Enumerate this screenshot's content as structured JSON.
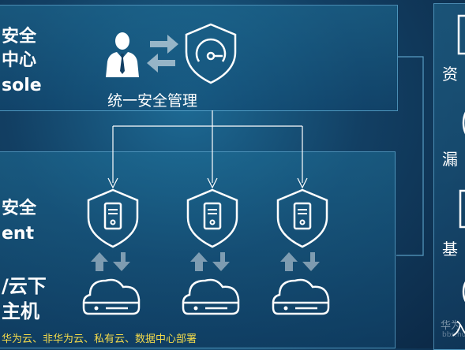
{
  "console": {
    "title_lines": [
      "安全",
      "中心",
      "sole"
    ],
    "management_label": "统一安全管理"
  },
  "agent": {
    "title_lines": [
      "安全",
      "ent"
    ],
    "host_lines": [
      "/云下",
      "主机"
    ],
    "deployment_note": "华为云、非华为云、私有云、数据中心部署"
  },
  "right": {
    "labels": [
      "资",
      "漏",
      "基",
      "入"
    ]
  },
  "watermark": {
    "brand": "华为",
    "sub": "bbs.hu"
  },
  "colors": {
    "accent": "#f2d94a",
    "icon_stroke": "#ffffff",
    "border": "#78c8f0"
  },
  "icons": [
    "user-icon",
    "bidirectional-arrows-icon",
    "shield-gauge-icon",
    "shield-server-icon",
    "cloud-disk-icon",
    "up-down-arrows-icon",
    "circle-icon"
  ]
}
